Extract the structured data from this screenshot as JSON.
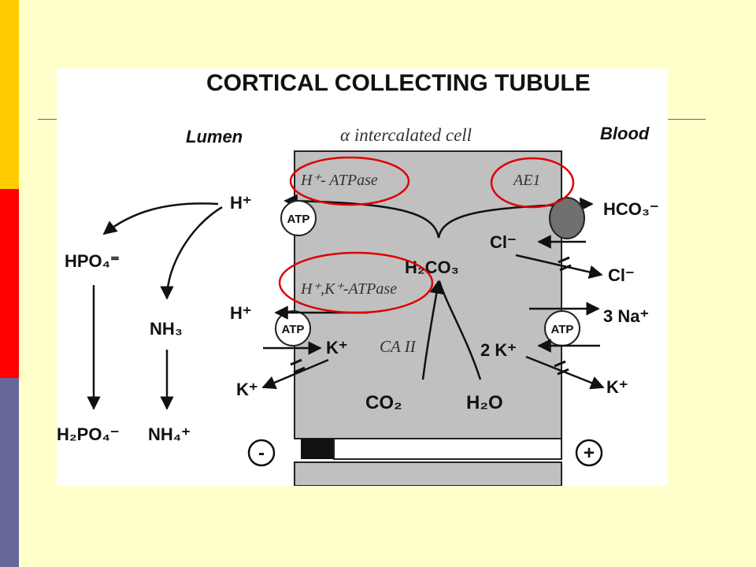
{
  "slide": {
    "accent_colors": [
      "#ffcc00",
      "#ff0000",
      "#666699"
    ],
    "background": "#ffffcc"
  },
  "diagram": {
    "title": "CORTICAL COLLECTING TUBULE",
    "lumen_label": "Lumen",
    "cell_label": "α intercalated cell",
    "blood_label": "Blood",
    "transporters": {
      "h_atpase": "H⁺- ATPase",
      "ae1": "AE1",
      "hk_atpase": "H⁺,K⁺-ATPase",
      "ca2": "CA II",
      "atp": "ATP"
    },
    "species": {
      "h_plus": "H⁺",
      "hpo4": "HPO₄⁼",
      "h2po4": "H₂PO₄⁻",
      "nh3": "NH₃",
      "nh4": "NH₄⁺",
      "k_plus": "K⁺",
      "hco3": "HCO₃⁻",
      "cl": "Cl⁻",
      "na3": "3 Na⁺",
      "k2": "2 K⁺",
      "h2co3": "H₂CO₃",
      "co2": "CO₂",
      "h2o": "H₂O"
    },
    "polarity": {
      "minus": "-",
      "plus": "+"
    },
    "highlight_color": "#dd0000"
  }
}
